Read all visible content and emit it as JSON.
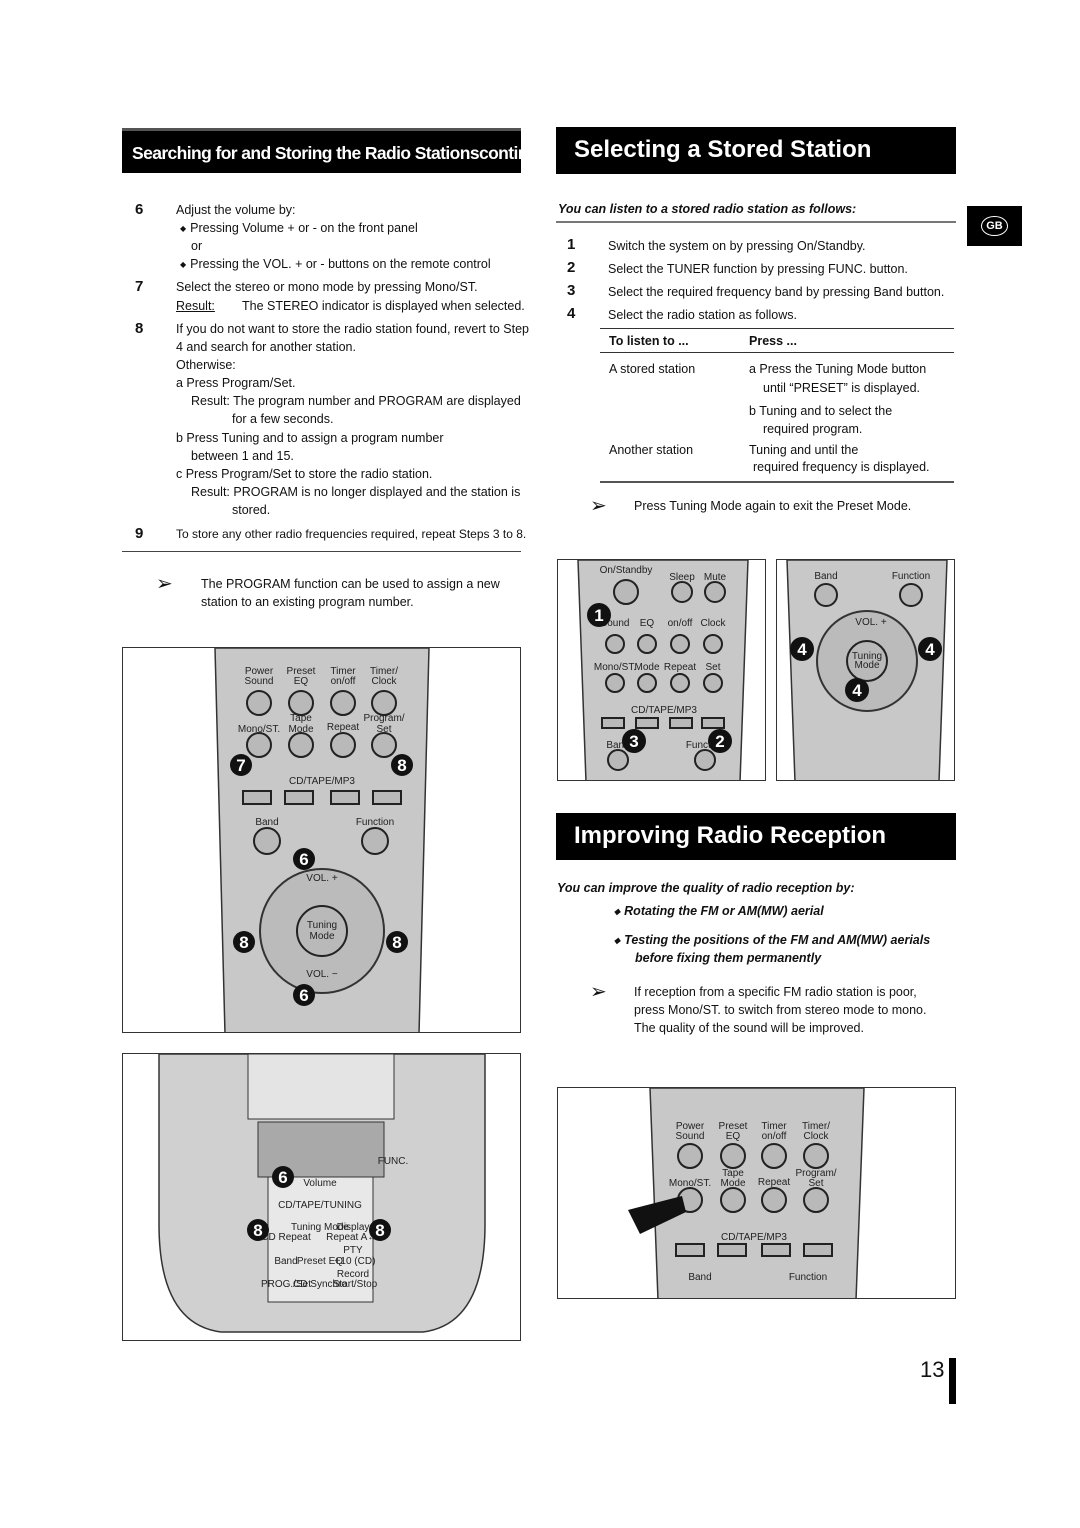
{
  "left_header": "Searching for and Storing the Radio Stationscontinued",
  "right_header_1": "Selecting a Stored Station",
  "right_header_2": "Improving Radio Reception",
  "gb_badge": "GB",
  "page_number": "13",
  "left_steps": {
    "s6_num": "6",
    "s6_text": "Adjust the volume by:",
    "s6_b1": "Pressing Volume + or - on the front panel",
    "s6_or": "or",
    "s6_b2": "Pressing the  VOL. + or - buttons on the remote control",
    "s7_num": "7",
    "s7_text": "Select the stereo or mono mode by pressing Mono/ST.",
    "s7_result_label": "Result:",
    "s7_result": "The STEREO indicator is displayed when selected.",
    "s8_num": "8",
    "s8_text1": "If you do not want to store the radio station found, revert to Step",
    "s8_text2": "4 and search for another station.",
    "s8_otherwise": "Otherwise:",
    "s8_a": "a  Press Program/Set.",
    "s8_a_res1": "Result: The program number and PROGRAM are displayed",
    "s8_a_res2": "for a few seconds.",
    "s8_b1": "b  Press  Tuning      and      to assign a program number",
    "s8_b2": "between 1 and 15.",
    "s8_c": "c  Press Program/Set to store the radio station.",
    "s8_c_res1": "Result: PROGRAM is no longer displayed and the station is",
    "s8_c_res2": "stored.",
    "s9_num": "9",
    "s9_text": "To store any other radio frequencies required, repeat Steps 3 to 8.",
    "note_line1": "The PROGRAM function can be used to assign a new",
    "note_line2": "station to an existing program number."
  },
  "stored": {
    "intro": "You can listen to a stored radio station as follows:",
    "steps": [
      {
        "n": "1",
        "t": "Switch the system on by pressing On/Standby."
      },
      {
        "n": "2",
        "t": "Select the TUNER function by pressing FUNC. button."
      },
      {
        "n": "3",
        "t": "Select the required frequency band by pressing Band button."
      },
      {
        "n": "4",
        "t": "Select the radio station as follows."
      }
    ],
    "col1_header": "To listen to ...",
    "col2_header": "Press ...",
    "row1_c1": "A stored station",
    "row1_a1": "a  Press the Tuning Mode button",
    "row1_a2": "until “PRESET” is displayed.",
    "row1_b1": "b  Tuning      and      to select the",
    "row1_b2": "required program.",
    "row2_c1": "Another station",
    "row2_t1": "Tuning      and      until the",
    "row2_t2": "required frequency is displayed.",
    "note": "Press Tuning Mode again to exit the Preset Mode."
  },
  "reception": {
    "intro": "You can improve the quality of radio reception by:",
    "b1": "Rotating the FM or AM(MW) aerial",
    "b2a": "Testing the positions of the FM and AM(MW) aerials",
    "b2b": "before fixing them permanently",
    "note1": "If reception from a specific FM radio station is poor,",
    "note2": "press Mono/ST. to switch from stereo mode to mono.",
    "note3": "The quality of the sound will be improved."
  },
  "remote_labels": {
    "power": "Power",
    "sound": "Sound",
    "preset": "Preset",
    "eq": "EQ",
    "timer": "Timer",
    "onoff": "on/off",
    "timer2": "Timer/",
    "clock": "Clock",
    "monost": "Mono/ST.",
    "tape": "Tape",
    "mode": "Mode",
    "repeat": "Repeat",
    "program": "Program/",
    "set": "Set",
    "cdtape": "CD/TAPE/MP3",
    "band": "Band",
    "function": "Function",
    "vol_plus": "VOL. +",
    "vol_minus": "VOL. −",
    "tuning": "Tuning",
    "onstandby": "On/Standby",
    "sleep": "Sleep",
    "mute": "Mute",
    "func_short": "FUNC.",
    "volume": "Volume",
    "cd_tuning": "CD/TAPE/TUNING",
    "tuning_mode": "Tuning Mode",
    "display": "Display",
    "cd_repeat": "CD Repeat",
    "repeat_ab": "Repeat A↔B",
    "pty": "PTY",
    "preset_eq": "Preset EQ",
    "plus10": "+10 (CD)",
    "record": "Record",
    "prog_set": "PROG./Set",
    "cd_synchro": "CD Synchro",
    "start_stop": "Start/Stop"
  },
  "callouts": {
    "c7": "7",
    "c8": "8",
    "c6": "6",
    "c1": "1",
    "c2": "2",
    "c3": "3",
    "c4": "4"
  }
}
